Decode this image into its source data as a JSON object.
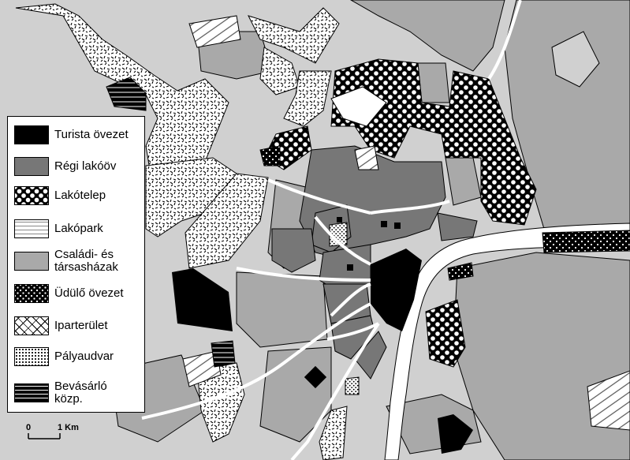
{
  "legend": {
    "items": [
      {
        "label": "Turista övezet",
        "fill": "#000000",
        "pattern": "solid"
      },
      {
        "label": "Régi lakóöv",
        "fill": "#777777",
        "pattern": "solid"
      },
      {
        "label": "Lakótelep",
        "fill": "#000000",
        "pattern": "big-dots"
      },
      {
        "label": "Lakópark",
        "fill": "#ffffff",
        "pattern": "h-lines-thin"
      },
      {
        "label": "Családi- és\ntársasházak",
        "fill": "#a9a9a9",
        "pattern": "solid"
      },
      {
        "label": "Üdülő övezet",
        "fill": "#000000",
        "pattern": "small-dots-white"
      },
      {
        "label": "Iparterület",
        "fill": "#ffffff",
        "pattern": "squiggle"
      },
      {
        "label": "Pályaudvar",
        "fill": "#ffffff",
        "pattern": "small-dots-black"
      },
      {
        "label": "Bevásárló\nközp.",
        "fill": "#000000",
        "pattern": "h-lines-thick"
      }
    ]
  },
  "scale": {
    "start": "0",
    "end": "1 Km"
  },
  "colors": {
    "background": "#d0d0d0",
    "river": "#ffffff",
    "old_residential": "#777777",
    "family_houses": "#a9a9a9"
  }
}
